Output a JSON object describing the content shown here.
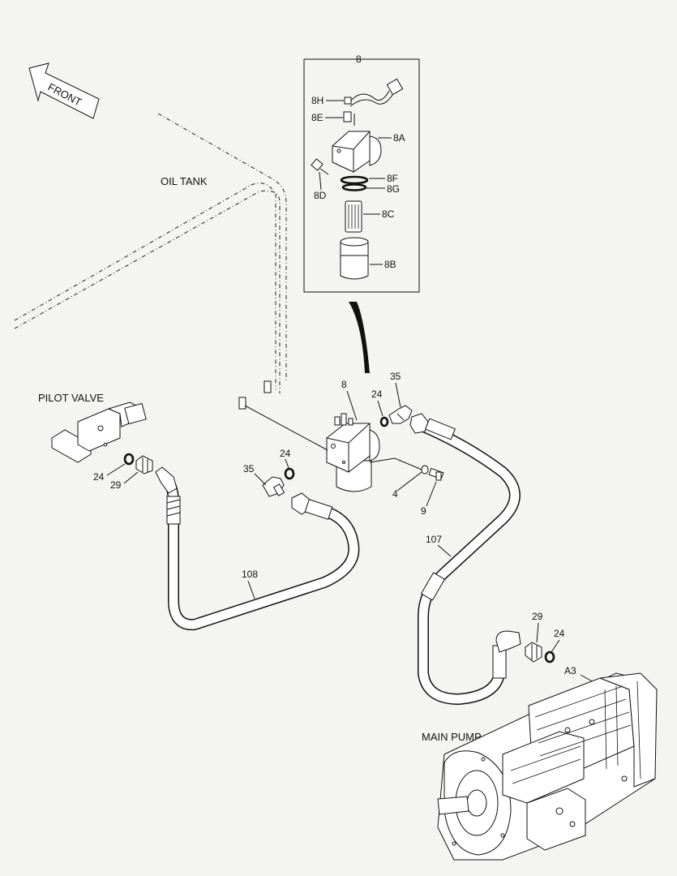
{
  "labels": {
    "front": "FRONT",
    "oil_tank": "OIL TANK",
    "pilot_valve": "PILOT VALVE",
    "main_pump": "MAIN PUMP",
    "detail_title": "8",
    "p_8H": "8H",
    "p_8E": "8E",
    "p_8A": "8A",
    "p_8D": "8D",
    "p_8F": "8F",
    "p_8G": "8G",
    "p_8C": "8C",
    "p_8B": "8B",
    "filter": "8",
    "ring_top": "24",
    "elbow_top": "35",
    "ring_mid": "24",
    "elbow_mid": "35",
    "ring_pilot": "24",
    "conn_pilot": "29",
    "washer": "4",
    "bolt": "9",
    "hose_107": "107",
    "hose_108": "108",
    "conn_pump": "29",
    "ring_pump": "24",
    "port_a3": "A3"
  }
}
